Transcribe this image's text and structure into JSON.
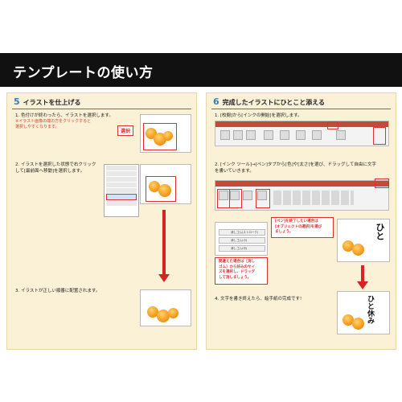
{
  "header": {
    "title": "テンプレートの使い方"
  },
  "left": {
    "section_num": "5",
    "section_title": "イラストを仕上げる",
    "step1": "1. 色付けが終わったら、イラストを選択します。",
    "step1_note_line1": "※イラスト画像の端の方をクリックすると",
    "step1_note_line2": "選択しやすくなります。",
    "select_label": "選択",
    "step2_line1": "2. イラストを選択した状態で右クリック",
    "step2_line2": "して[最前面へ移動]を選択します。",
    "step3": "3. イラストが正しい順番に配置されます。"
  },
  "right": {
    "section_num": "6",
    "section_title": "完成したイラストにひとこと添える",
    "step1": "1. [校閲]から[インクの開始]を選択します。",
    "step2_line1": "2. [インク ツール]→[ペン]タブから[色]や[太さ]を選び、ドラッグして自由に文字",
    "step2_line2": "を書いていきます。",
    "callout1_line1": "[ペン]を終了したい場合は",
    "callout1_line2": "[オブジェクトの選択]を選び",
    "callout1_line3": "ましょう。",
    "callout2_line1": "間違えた場合は［消し",
    "callout2_line2": "ゴム］から好みのサイ",
    "callout2_line3": "ズを選択し、ドラッグ",
    "callout2_line4": "して消しましょう。",
    "pen_item1": "消しゴム(ストローク)",
    "pen_item2": "消しゴム(小)",
    "pen_item3": "消しゴム(中)",
    "step3": "4. 文字を書き終えたら、絵手紙の完成です!",
    "handwriting1": "ひと",
    "handwriting2": "休み",
    "handwriting3": "ひと休み"
  },
  "colors": {
    "accent_blue": "#2f7fbf",
    "red": "#e03030",
    "card_bg": "#fbf1d7"
  }
}
